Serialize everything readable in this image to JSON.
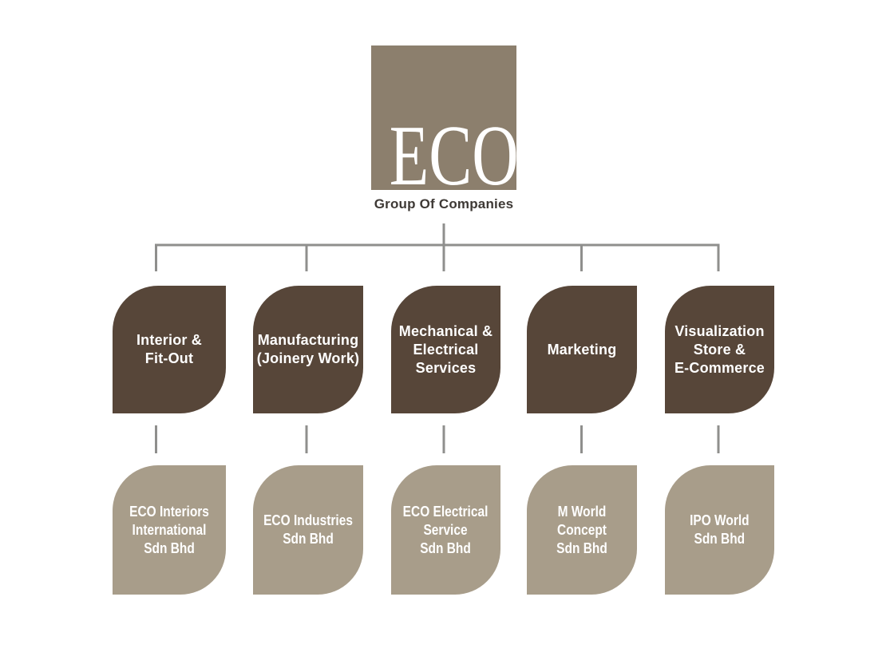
{
  "logo": {
    "text": "ECO",
    "tagline": "Group Of Companies"
  },
  "colors": {
    "logo_bg": "#8c7f6d",
    "department_node": "#574639",
    "subsidiary_node": "#a89d8a",
    "connector_line": "#8f8f8d",
    "tagline_text": "#3e3935",
    "node_text": "#ffffff"
  },
  "org": {
    "branches": [
      {
        "department_lines": [
          "Interior &",
          "Fit-Out"
        ],
        "subsidiary_lines": [
          "ECO Interiors",
          "International",
          "Sdn Bhd"
        ]
      },
      {
        "department_lines": [
          "Manufacturing",
          "(Joinery Work)"
        ],
        "subsidiary_lines": [
          "ECO Industries",
          "Sdn Bhd"
        ]
      },
      {
        "department_lines": [
          "Mechanical &",
          "Electrical",
          "Services"
        ],
        "subsidiary_lines": [
          "ECO Electrical",
          "Service",
          "Sdn Bhd"
        ]
      },
      {
        "department_lines": [
          "Marketing"
        ],
        "subsidiary_lines": [
          "M World",
          "Concept",
          "Sdn Bhd"
        ]
      },
      {
        "department_lines": [
          "Visualization",
          "Store &",
          "E-Commerce"
        ],
        "subsidiary_lines": [
          "IPO World",
          "Sdn Bhd"
        ]
      }
    ]
  }
}
